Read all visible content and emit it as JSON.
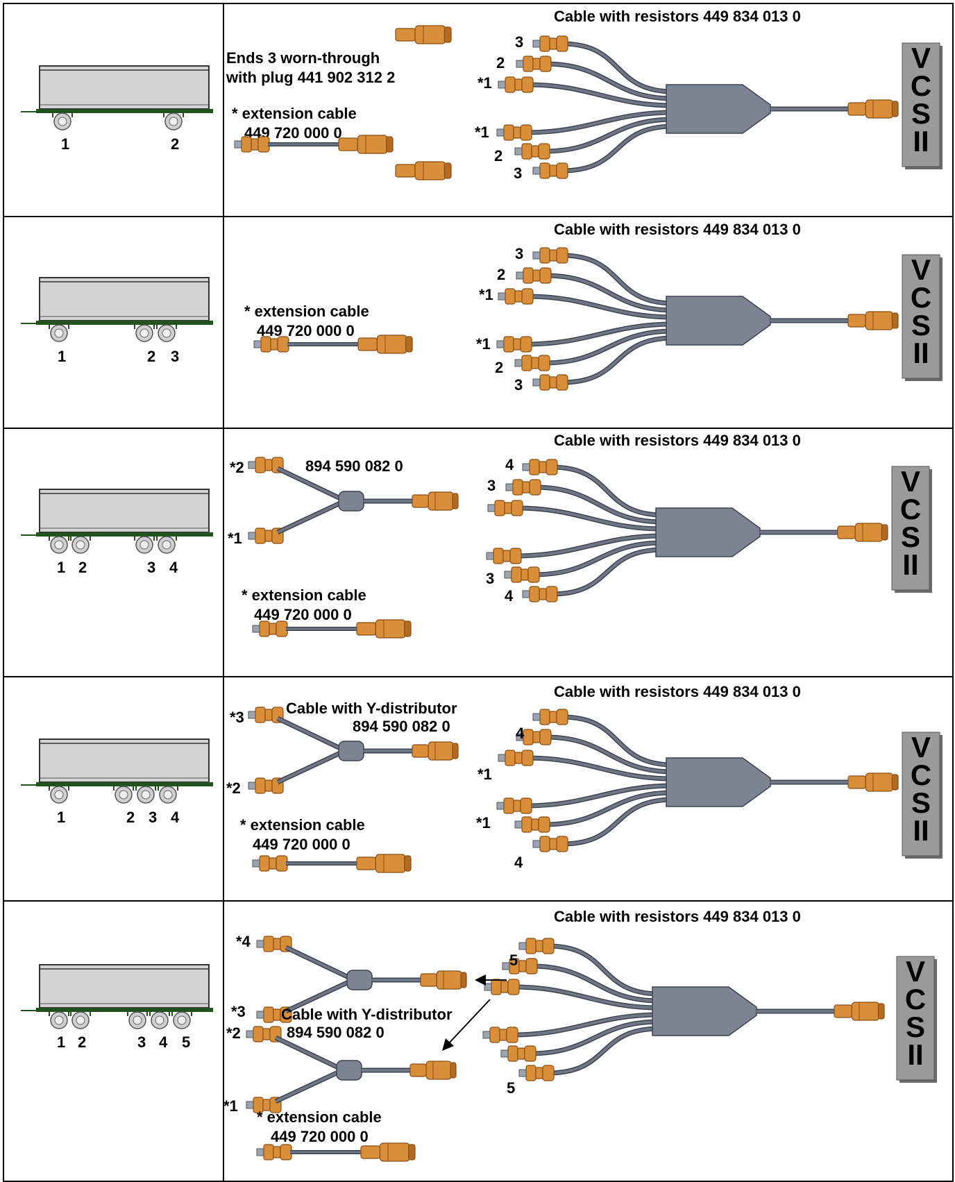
{
  "colors": {
    "connector": "#d98f3a",
    "connector_dark": "#8a4e12",
    "cable": "#6f7787",
    "cable_dark": "#3c4350",
    "trailer_body": "#d4d4d4",
    "chassis": "#22531f",
    "vcs_box": "#9a9a9a"
  },
  "vcs_label": [
    "V",
    "C",
    "S",
    "II"
  ],
  "rows": [
    {
      "axle_numbers": [
        "1",
        "2"
      ],
      "cable_title": "Cable with resistors 449 834 013 0",
      "note_lines": [
        "Ends 3 worn-through",
        "with plug 441 902 312 2"
      ],
      "extension_lines": [
        "* extension cable",
        "449 720 000 0"
      ],
      "upper_branch_labels": [
        "3",
        "2",
        "*1"
      ],
      "lower_branch_labels": [
        "*1",
        "2",
        "3"
      ]
    },
    {
      "axle_numbers": [
        "1",
        "2",
        "3"
      ],
      "cable_title": "Cable with resistors 449 834 013 0",
      "extension_lines": [
        "* extension cable",
        "449 720 000 0"
      ],
      "upper_branch_labels": [
        "3",
        "2",
        "*1"
      ],
      "lower_branch_labels": [
        "*1",
        "2",
        "3"
      ]
    },
    {
      "axle_numbers": [
        "1",
        "2",
        "3",
        "4"
      ],
      "cable_title": "Cable with resistors 449 834 013 0",
      "y_cable_lines": [
        "894 590 082 0"
      ],
      "y_branch_labels": [
        "*2",
        "*1"
      ],
      "extension_lines": [
        "* extension cable",
        "449 720 000 0"
      ],
      "upper_branch_labels": [
        "4",
        "3",
        ""
      ],
      "lower_branch_labels": [
        "",
        "3",
        "4"
      ]
    },
    {
      "axle_numbers": [
        "1",
        "2",
        "3",
        "4"
      ],
      "cable_title": "Cable with resistors 449 834 013 0",
      "y_cable_lines": [
        "Cable with Y-distributor",
        "894 590 082 0"
      ],
      "y_branch_labels": [
        "*3",
        "*2"
      ],
      "extension_lines": [
        "* extension cable",
        "449 720 000 0"
      ],
      "upper_branch_labels": [
        "4",
        "",
        "*1"
      ],
      "lower_branch_labels": [
        "*1",
        "",
        "4"
      ]
    },
    {
      "axle_numbers": [
        "1",
        "2",
        "3",
        "4",
        "5"
      ],
      "cable_title": "Cable with resistors 449 834 013 0",
      "y_cable_lines": [
        "Cable with Y-distributor",
        "894 590 082 0"
      ],
      "y_branch_labels_top": [
        "*4",
        "*3"
      ],
      "y_branch_labels_bottom": [
        "*2",
        "*1"
      ],
      "extension_lines": [
        "* extension cable",
        "449 720 000 0"
      ],
      "upper_branch_labels": [
        "5",
        "",
        ""
      ],
      "lower_branch_labels": [
        "",
        "",
        "5"
      ]
    }
  ]
}
